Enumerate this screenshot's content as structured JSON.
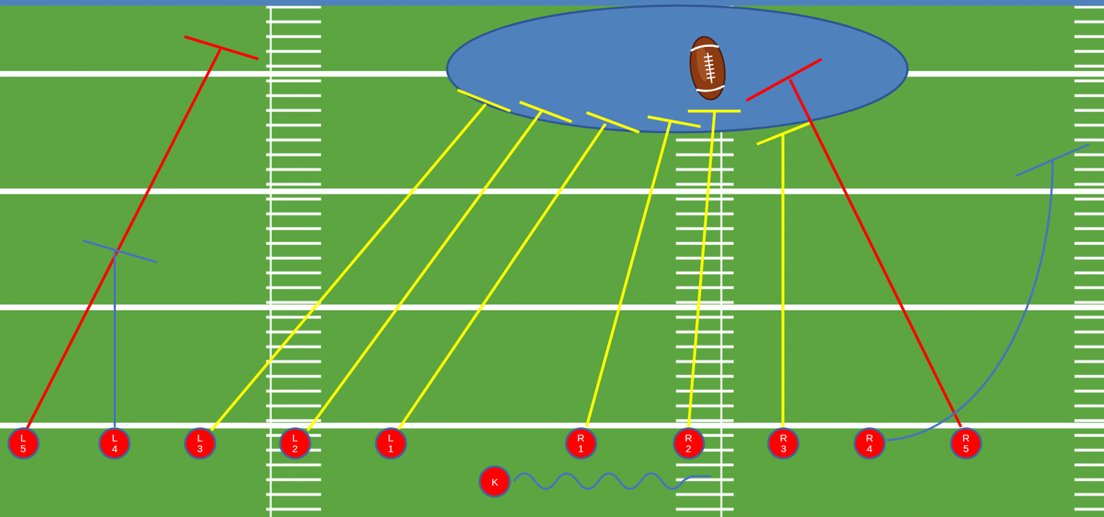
{
  "diagram": {
    "nodes": [
      {
        "text": [
          "L 5"
        ]
      },
      {
        "text": [
          "L 4"
        ]
      },
      {
        "text": [
          "L 3"
        ]
      },
      {
        "text": [
          "L 2"
        ]
      },
      {
        "text": [
          "L 1"
        ]
      },
      {
        "text": [
          "R 1"
        ]
      },
      {
        "text": [
          "R 2"
        ]
      },
      {
        "text": [
          "R 3"
        ]
      },
      {
        "text": [
          "R 4"
        ]
      },
      {
        "text": [
          "R 5"
        ]
      },
      {
        "text": [
          "K"
        ]
      }
    ]
  }
}
